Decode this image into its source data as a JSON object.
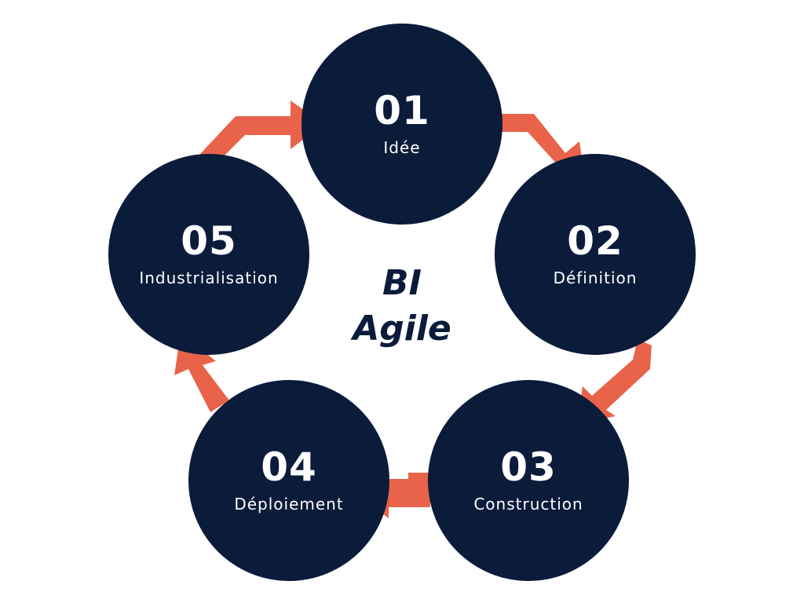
{
  "colors": {
    "circle": "#0b1b3a",
    "arrow": "#e8634a",
    "text_on_circle": "#ffffff",
    "title": "#0b1b3a"
  },
  "title": {
    "line1": "BI",
    "line2": "Agile"
  },
  "steps": [
    {
      "number": "01",
      "label": "Idée"
    },
    {
      "number": "02",
      "label": "Définition"
    },
    {
      "number": "03",
      "label": "Construction"
    },
    {
      "number": "04",
      "label": "Déploiement"
    },
    {
      "number": "05",
      "label": "Industrialisation"
    }
  ]
}
